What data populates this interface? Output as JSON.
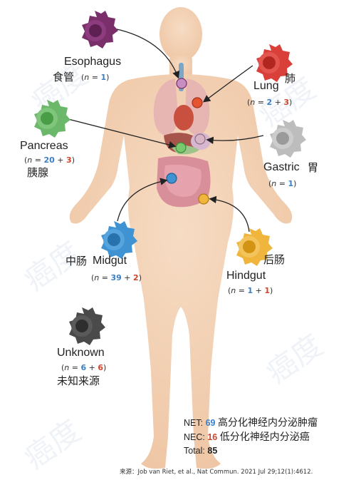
{
  "sites": {
    "esophagus": {
      "en": "Esophagus",
      "cn": "食管",
      "net": "1",
      "nec": ""
    },
    "lung": {
      "en": "Lung",
      "cn": "肺",
      "net": "2",
      "nec": "3"
    },
    "pancreas": {
      "en": "Pancreas",
      "cn": "胰腺",
      "net": "20",
      "nec": "3"
    },
    "gastric": {
      "en": "Gastric",
      "cn": "胃",
      "net": "1",
      "nec": ""
    },
    "midgut": {
      "en": "Midgut",
      "cn": "中肠",
      "net": "39",
      "nec": "2"
    },
    "hindgut": {
      "en": "Hindgut",
      "cn": "后肠",
      "net": "1",
      "nec": "1"
    },
    "unknown": {
      "en": "Unknown",
      "cn": "未知来源",
      "net": "6",
      "nec": "6"
    }
  },
  "count_prefix": "n",
  "summary": {
    "net_label": "NET:",
    "net_value": "69",
    "net_desc": "高分化神经内分泌肿瘤",
    "nec_label": "NEC:",
    "nec_value": "16",
    "nec_desc": "低分化神经内分泌癌",
    "total_label": "Total:",
    "total_value": "85"
  },
  "source": "来源：Job van Riet, et al., Nat Commun. 2021 Jul 29;12(1):4612.",
  "watermark": "癌度",
  "colors": {
    "net": "#3b7fc4",
    "nec": "#d0442a",
    "skin": "#f3d3b6",
    "esophagus_cell": "#7a2f6b",
    "lung_cell": "#d9403a",
    "pancreas_cell": "#6cb86a",
    "gastric_cell": "#bdbdbd",
    "midgut_cell": "#3f93d3",
    "hindgut_cell": "#f0b53c",
    "unknown_cell": "#4a4a4a"
  }
}
